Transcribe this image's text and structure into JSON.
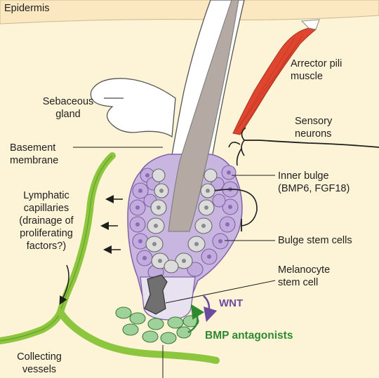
{
  "labels": {
    "epidermis": "Epidermis",
    "arrector_pili": "Arrector pili\nmuscle",
    "sebaceous_gland": "Sebaceous\ngland",
    "sensory_neurons": "Sensory\nneurons",
    "basement_membrane": "Basement\nmembrane",
    "inner_bulge": "Inner bulge\n(BMP6, FGF18)",
    "lymphatic_capillaries": "Lymphatic\ncapillaries\n(drainage of\nproliferating\nfactors?)",
    "bulge_stem_cells": "Bulge stem cells",
    "melanocyte_stem_cell": "Melanocyte\nstem cell",
    "wnt": "WNT",
    "bmp_antagonists": "BMP antagonists",
    "collecting_vessels": "Collecting\nvessels"
  },
  "colors": {
    "skin_layer": "#fbe7c0",
    "dermis": "#fdf3d6",
    "bulge_cells": "#c9b6e0",
    "bulge_cell_border": "#7e62a8",
    "inner_cells": "#dcdcdc",
    "lymphatic": "#8cc63f",
    "dermal_papilla": "#9ed29a",
    "muscle": "#e0452f",
    "wnt_color": "#6b4aa0",
    "bmp_color": "#2f8a2f"
  }
}
